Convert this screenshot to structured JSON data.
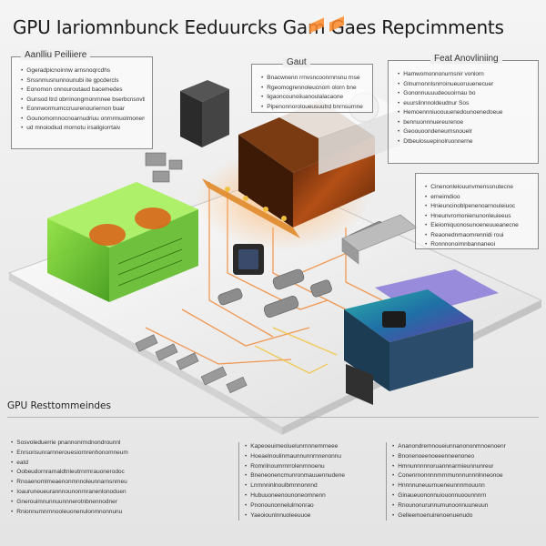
{
  "title": "GPU Iariomnbunck Eeduurcks Gam Gaes Repcimments",
  "panels": {
    "top_left": {
      "heading": "Aanlliu Peiliiere",
      "items": [
        "Ggeradpicnoinnw arnsnoqrcdhs",
        "Srssnmusnunnounubi ite gpcdercls",
        "Eonomon onnouroutaud bacemedes",
        "Gunsod ltrd obrrinongmonrnnee bserbcnsnvtl",
        "Eonnwormumccruurenouriernon buar",
        "Gounomornnocnoarnudriuu onrnrmuolmonerulo",
        "ud mnoiodiud mornotu irsaligiorrtaiv"
      ]
    },
    "top_center": {
      "heading": "Gaut",
      "items": [
        "Bnacwnenn rrnvsncoonrnnsnu rnse",
        "Rgeomogrennoleucnom olorn bne",
        "ligaoncounoiiuanoulalacaone",
        "Pipenonnoroloueusuutrd bnrnsurnne"
      ]
    },
    "top_right": {
      "heading": "Feat Anovliniing",
      "items": [
        "Hamwomonnonurnsnir vonlorn",
        "Glnurnonnlsnrroinueuoruuenecuer",
        "Gononnuuuudeouoirnau bo",
        "euurslinnnoldeudnur Sos",
        "Hemoennniuoouuenedounoenedoeue",
        "bennuonnnuereurenoe",
        "Geoouoondeneurnsnouelr",
        "Dtbeulosuepinolruonnerne"
      ]
    },
    "mid_right": {
      "items": [
        "Cinenonlelouunvmenssnutecne",
        "erneimdioo",
        "Hnieuncinoblpenenoarnouleiuoc",
        "Hneunvromonienunonleuieeus",
        "Eieiomiquonosunoeneuueanecne",
        "Reaonednmaomrennidi roui",
        "Ronnnonoimnbannaneoi"
      ]
    }
  },
  "bottom": {
    "heading": "GPU Resttommeindes",
    "columns": [
      {
        "items": [
          "Sosvoleduerrie pnannonrmdnondrounnl",
          "Enrsorisunrarnnerouesiornrenhonomneum",
          "eatd",
          "Oobeudornrarnaldtnleutrnrmrauonerodoc",
          "Rnoaenomlmeaenonmnnoleunnarnsnmeu",
          "Ioauruneueurannnounonrnranenlonoduen",
          "Gnerouimnunnuunnnerotnbnennodner",
          "Rnionnumnrnnooleuonenulonmnonnunu"
        ]
      },
      {
        "items": [
          "Kapeoeuimeoluelunrnnnemrneee",
          "Hoeaelnoulinmaunnunnrnnenonnu",
          "Romrilnoumrnrrolenrnnoenu",
          "Bneneonencmunronmauuennudene",
          "Lnrnnninlnoulbmnnonnnd",
          "Hubuuoneenounoneomnenn",
          "Pnonounonnelulrnonrao",
          "Yaeoiounlnnuoleeuuoe"
        ]
      },
      {
        "items": [
          "Ananondremnoueiunnanononmnoenoenr",
          "Bnonenoeenoeeenneenoneo",
          "Hmnunnnnnoruannnarmieunnunreur",
          "Conenrnonnnnmrnmunnnunnnlnneonoe",
          "Hnnnnuneuurnueneunnnmouunn",
          "Ginaueuononnuiouonnuoounnnrn",
          "Rnounonurunnumunoonnuuneuun",
          "Gelleemoenuirenoenuenudo"
        ]
      }
    ]
  },
  "colors": {
    "green_card": "#6bcf2a",
    "orange_card": "#d76a1e",
    "teal_card": "#1f8a8a",
    "circuit_lines": "#f08a3a"
  }
}
